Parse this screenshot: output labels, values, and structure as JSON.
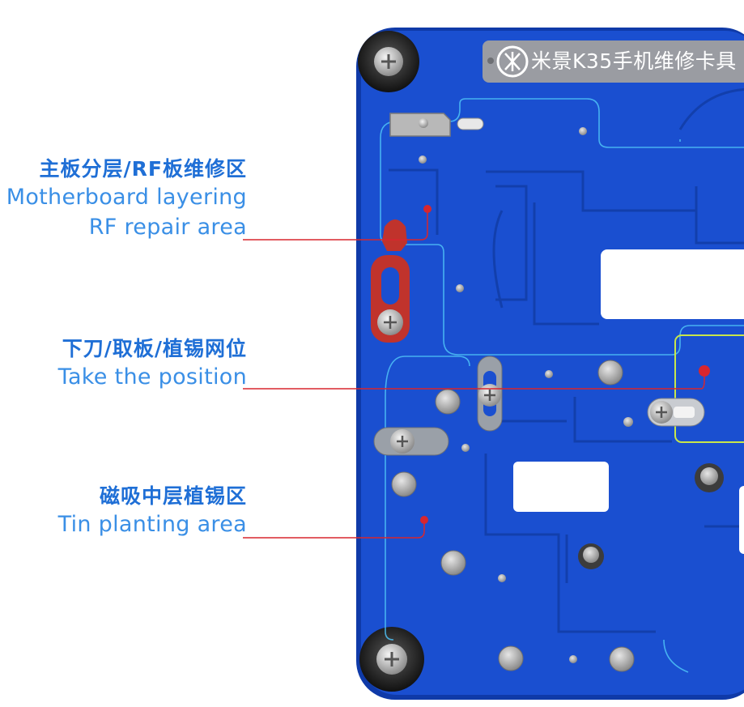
{
  "labels": [
    {
      "cn": "主板分层/RF板维修区",
      "en_lines": [
        "Motherboard layering",
        "RF repair area"
      ]
    },
    {
      "cn": "下刀/取板/植锡网位",
      "en_lines": [
        "Take the position"
      ]
    },
    {
      "cn": "磁吸中层植锡区",
      "en_lines": [
        "Tin planting area"
      ]
    }
  ],
  "plate": {
    "brand_text": "米景K35手机维修卡具",
    "colors": {
      "plate": "#1a4fd0",
      "plate_edge": "#0f3aa8",
      "callout": "#d8262e",
      "label_cn": "#1f6fd6",
      "label_en": "#3a8fe6",
      "badge": "#9a9ca2",
      "red_latch": "#c0332c"
    },
    "icons": [
      "screw-icon",
      "magnet-icon",
      "mijing-logo-icon",
      "latch-icon"
    ]
  }
}
